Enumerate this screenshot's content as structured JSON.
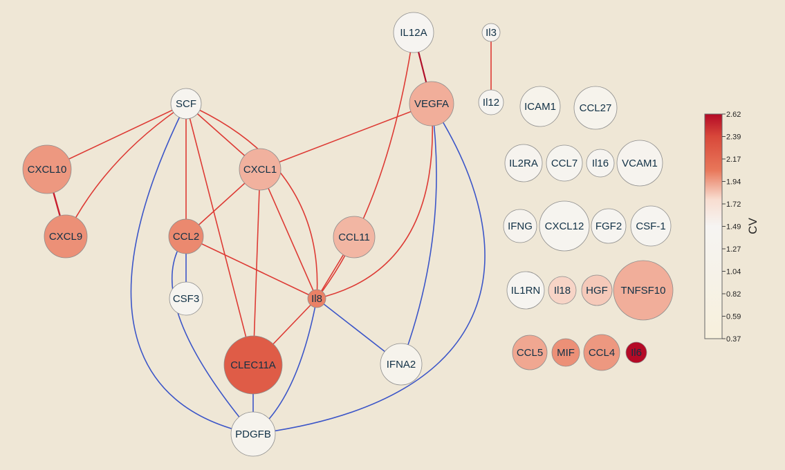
{
  "network": {
    "nodes": [
      {
        "id": "IL12A",
        "label": "IL12A",
        "cv": 1.42
      },
      {
        "id": "Il3",
        "label": "Il3",
        "cv": 1.45
      },
      {
        "id": "VEGFA",
        "label": "VEGFA",
        "cv": 1.8
      },
      {
        "id": "Il12",
        "label": "Il12",
        "cv": 1.4
      },
      {
        "id": "ICAM1",
        "label": "ICAM1",
        "cv": 1.15
      },
      {
        "id": "CCL27",
        "label": "CCL27",
        "cv": 1.2
      },
      {
        "id": "SCF",
        "label": "SCF",
        "cv": 1.35
      },
      {
        "id": "CXCL10",
        "label": "CXCL10",
        "cv": 1.95
      },
      {
        "id": "CXCL1",
        "label": "CXCL1",
        "cv": 1.78
      },
      {
        "id": "IL2RA",
        "label": "IL2RA",
        "cv": 1.3
      },
      {
        "id": "CCL7",
        "label": "CCL7",
        "cv": 1.35
      },
      {
        "id": "Il16",
        "label": "Il16",
        "cv": 1.4
      },
      {
        "id": "VCAM1",
        "label": "VCAM1",
        "cv": 1.28
      },
      {
        "id": "CXCL9",
        "label": "CXCL9",
        "cv": 2.0
      },
      {
        "id": "CCL2",
        "label": "CCL2",
        "cv": 2.05
      },
      {
        "id": "CCL11",
        "label": "CCL11",
        "cv": 1.75
      },
      {
        "id": "IFNG",
        "label": "IFNG",
        "cv": 1.3
      },
      {
        "id": "CXCL12",
        "label": "CXCL12",
        "cv": 1.35
      },
      {
        "id": "FGF2",
        "label": "FGF2",
        "cv": 1.38
      },
      {
        "id": "CSF-1",
        "label": "CSF-1",
        "cv": 1.4
      },
      {
        "id": "CSF3",
        "label": "CSF3",
        "cv": 1.35
      },
      {
        "id": "Il8",
        "label": "Il8",
        "cv": 2.1
      },
      {
        "id": "IL1RN",
        "label": "IL1RN",
        "cv": 1.4
      },
      {
        "id": "Il18",
        "label": "Il18",
        "cv": 1.55
      },
      {
        "id": "HGF",
        "label": "HGF",
        "cv": 1.62
      },
      {
        "id": "TNFSF10",
        "label": "TNFSF10",
        "cv": 1.8
      },
      {
        "id": "CLEC11A",
        "label": "CLEC11A",
        "cv": 2.3
      },
      {
        "id": "IFNA2",
        "label": "IFNA2",
        "cv": 1.2
      },
      {
        "id": "CCL5",
        "label": "CCL5",
        "cv": 1.85
      },
      {
        "id": "MIF",
        "label": "MIF",
        "cv": 2.0
      },
      {
        "id": "CCL4",
        "label": "CCL4",
        "cv": 1.95
      },
      {
        "id": "Il6",
        "label": "Il6",
        "cv": 2.62
      },
      {
        "id": "PDGFB",
        "label": "PDGFB",
        "cv": 1.25
      }
    ],
    "edges": [
      {
        "source": "IL12A",
        "target": "VEGFA",
        "sign": "positive"
      },
      {
        "source": "IL12A",
        "target": "Il8",
        "sign": "positive"
      },
      {
        "source": "Il3",
        "target": "Il12",
        "sign": "positive"
      },
      {
        "source": "VEGFA",
        "target": "CXCL1",
        "sign": "positive"
      },
      {
        "source": "VEGFA",
        "target": "Il8",
        "sign": "positive"
      },
      {
        "source": "VEGFA",
        "target": "IFNA2",
        "sign": "negative"
      },
      {
        "source": "VEGFA",
        "target": "PDGFB",
        "sign": "negative"
      },
      {
        "source": "SCF",
        "target": "CXCL10",
        "sign": "positive"
      },
      {
        "source": "SCF",
        "target": "CXCL9",
        "sign": "positive"
      },
      {
        "source": "SCF",
        "target": "CXCL1",
        "sign": "positive"
      },
      {
        "source": "SCF",
        "target": "CCL2",
        "sign": "positive"
      },
      {
        "source": "SCF",
        "target": "CLEC11A",
        "sign": "positive"
      },
      {
        "source": "SCF",
        "target": "Il8",
        "sign": "positive"
      },
      {
        "source": "SCF",
        "target": "PDGFB",
        "sign": "negative"
      },
      {
        "source": "CXCL10",
        "target": "CXCL9",
        "sign": "positive"
      },
      {
        "source": "CXCL1",
        "target": "CCL2",
        "sign": "positive"
      },
      {
        "source": "CXCL1",
        "target": "CLEC11A",
        "sign": "positive"
      },
      {
        "source": "CXCL1",
        "target": "Il8",
        "sign": "positive"
      },
      {
        "source": "CCL2",
        "target": "Il8",
        "sign": "positive"
      },
      {
        "source": "CCL2",
        "target": "CSF3",
        "sign": "negative"
      },
      {
        "source": "CCL2",
        "target": "PDGFB",
        "sign": "negative"
      },
      {
        "source": "CCL11",
        "target": "Il8",
        "sign": "positive"
      },
      {
        "source": "Il8",
        "target": "CLEC11A",
        "sign": "positive"
      },
      {
        "source": "Il8",
        "target": "IFNA2",
        "sign": "negative"
      },
      {
        "source": "Il8",
        "target": "PDGFB",
        "sign": "negative"
      },
      {
        "source": "CLEC11A",
        "target": "PDGFB",
        "sign": "negative"
      }
    ],
    "colors": {
      "positive_edge": "#dd3a34",
      "strong_positive_edge": "#b0102a",
      "negative_edge": "#3b55c8",
      "node_stroke": "#8c8c8c",
      "label": "#103045"
    }
  },
  "legend": {
    "title": "CV",
    "ticks": [
      "2.62",
      "2.39",
      "2.17",
      "1.94",
      "1.72",
      "1.49",
      "1.27",
      "1.04",
      "0.82",
      "0.59",
      "0.37"
    ],
    "min": 0.37,
    "max": 2.62,
    "mid": 1.49,
    "low_color": "#f7f0dc",
    "mid_color": "#f6f4f2",
    "high_color": "#b40a26"
  }
}
